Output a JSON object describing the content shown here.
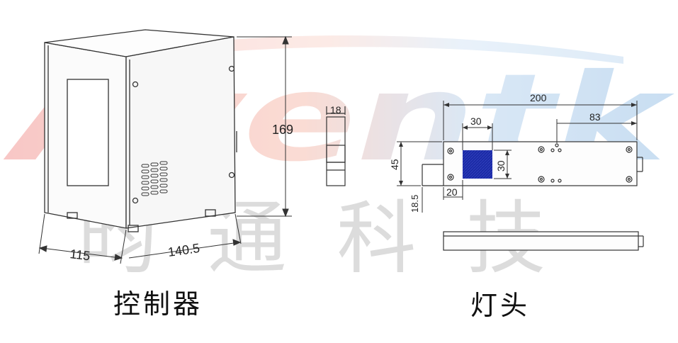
{
  "watermark": {
    "logo_text": "Aventk",
    "chinese_text": "昀通科技"
  },
  "controller": {
    "caption": "控制器",
    "dim_height": "169",
    "dim_width": "115",
    "dim_depth": "140.5"
  },
  "lamp_head": {
    "caption": "灯头",
    "dim_side_width": "18",
    "dim_length": "200",
    "dim_window_width": "30",
    "dim_offset": "83",
    "dim_height": "45",
    "dim_window_height": "30",
    "dim_bottom_offset": "20",
    "dim_step": "18.5"
  },
  "colors": {
    "uv_window": "#1b2aa6",
    "logo_red": "#f4a8a4",
    "logo_blue": "#aacbe8",
    "watermark_gray": "#dcdcdc"
  }
}
